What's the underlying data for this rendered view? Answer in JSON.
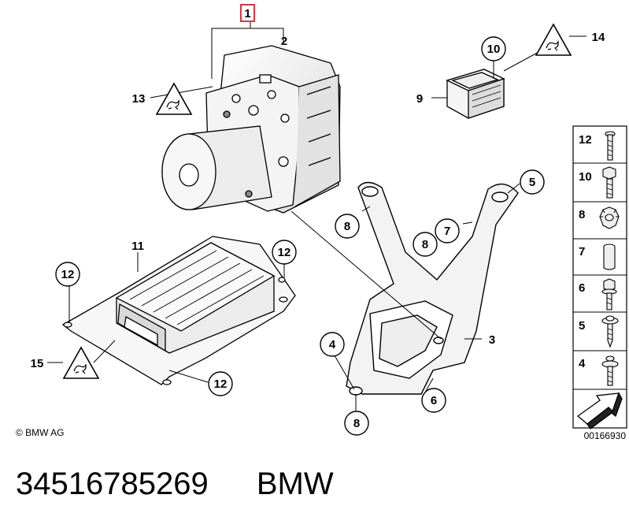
{
  "callouts": {
    "c1": "1",
    "c2": "2",
    "c3": "3",
    "c4a": "4",
    "c5a": "5",
    "c6a": "6",
    "c7a": "7",
    "c8a": "8",
    "c8b": "8",
    "c8c": "8",
    "c9": "9",
    "c10a": "10",
    "c11": "11",
    "c12a": "12",
    "c12b": "12",
    "c12c": "12",
    "c13": "13",
    "c14": "14",
    "c15": "15"
  },
  "legend": [
    {
      "num": "12",
      "icon": "bolt-long-icon"
    },
    {
      "num": "10",
      "icon": "hex-bolt-icon"
    },
    {
      "num": "8",
      "icon": "castle-nut-icon"
    },
    {
      "num": "7",
      "icon": "sleeve-icon"
    },
    {
      "num": "6",
      "icon": "flange-bolt-icon"
    },
    {
      "num": "5",
      "icon": "washer-screw-icon"
    },
    {
      "num": "4",
      "icon": "stud-bolt-icon"
    }
  ],
  "copyright": "© BMW AG",
  "diagram_id": "00166930",
  "footer": {
    "part_number": "34516785269",
    "brand": "BMW"
  },
  "colors": {
    "highlight_box": "#d0021b",
    "line": "#000000",
    "shade": "#e6e6e6"
  }
}
